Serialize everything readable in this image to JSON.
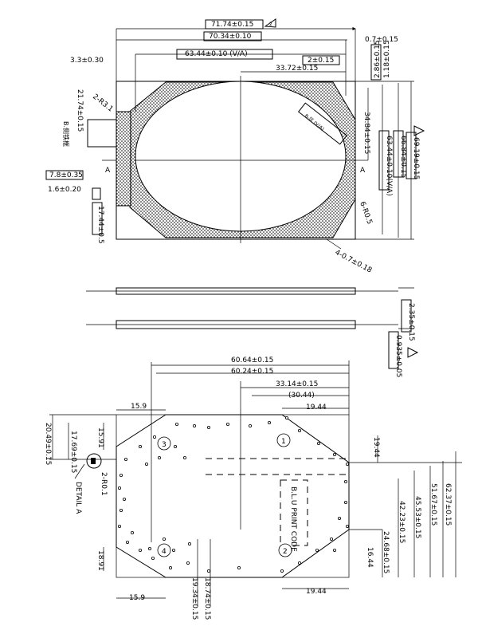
{
  "top_view": {
    "d_overall_width": "71.74±0.15",
    "d_width2": "70.34±0.10",
    "d_va_width": "63.44±0.10 (V/A)",
    "d_tol_right": "0.7±0.15",
    "d_offset": "2±0.15",
    "d_center": "33.72±0.15",
    "d_left": "3.3±0.30",
    "d_top_right1": "1.18±0.15",
    "d_top_right2": "2.86±0.15",
    "d_radius_left": "2-R3.1",
    "d_v1": "21.74±0.15",
    "d_fpc_label": "B.侧铁框",
    "d_h_center": "34.84±0.15",
    "d_va_height": "63.44±0.10(V/A)",
    "d_h2": "66.84±0.15",
    "d_h_overall": "69.19±0.15",
    "d_chamfer": "6-R0.5",
    "d_corner": "4-0.7±0.18",
    "d_tag_label": "B-区 (V/A)",
    "d_tab_width": "7.8±0.35",
    "d_tab_gap": "1.6±0.20",
    "d_tab_len": "17.44±0.5",
    "section_a": "A",
    "flag_1": "2",
    "flag_2": "3"
  },
  "side_view": {
    "d_thickness1": "2.35±0.15",
    "d_thickness2": "0.935±0.05",
    "flag_3": "4"
  },
  "back_view": {
    "d_w1": "60.64±0.15",
    "d_w2": "60.24±0.15",
    "d_w3": "33.14±0.15",
    "d_w4": "(30.44)",
    "d_chamfer_top": "19.44",
    "d_chamfer_right_top": "19.44",
    "d_chamfer_bottom": "19.44",
    "d_chamfer_right_bottom": "16.44",
    "d_left_top": "15.9",
    "d_left_bottom": "15.9",
    "d_left_v1": "15.91",
    "d_left_v2": "18.91",
    "d_left_h1": "20.49±0.15",
    "d_left_h2": "17.69±0.15",
    "d_detail_radius": "2-R0.1",
    "d_detail_label": "DETAIL A",
    "d_bottom1": "19.34±0.15",
    "d_bottom2": "18.74±0.15",
    "d_right1": "24.68±0.15",
    "d_right2": "42.23±0.15",
    "d_right3": "45.53±0.15",
    "d_right4": "51.67±0.15",
    "d_right5": "62.37±0.15",
    "blu_print": "B.L.U PRINT CODE",
    "m1": "1",
    "m2": "2",
    "m3": "3",
    "m4": "4"
  }
}
